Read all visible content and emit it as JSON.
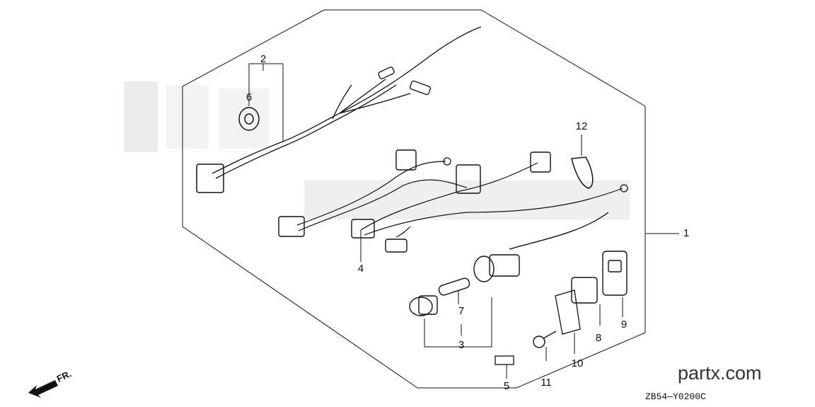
{
  "diagram": {
    "callouts": [
      "1",
      "2",
      "3",
      "4",
      "5",
      "6",
      "7",
      "8",
      "9",
      "10",
      "11",
      "12"
    ],
    "footer_code": "ZB54—Y0200C",
    "brand": "partx.com",
    "direction_label": "FR."
  },
  "colors": {
    "line": "#111111",
    "watermark": "#d6d6d6",
    "brand": "#333333"
  },
  "icons": [
    "front-direction-arrow-icon"
  ]
}
